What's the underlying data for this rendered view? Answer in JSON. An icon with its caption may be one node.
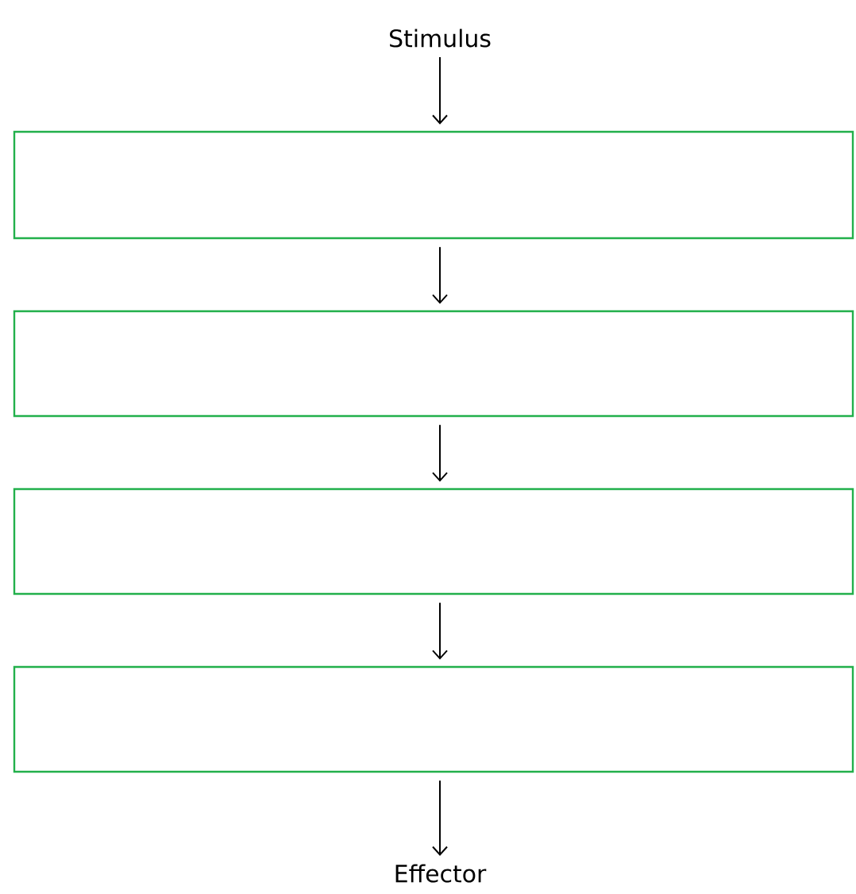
{
  "diagram": {
    "nodes": [
      {
        "text": [
          "Stimulus"
        ]
      },
      {
        "text": [],
        "shape": "box"
      },
      {
        "text": [],
        "shape": "box"
      },
      {
        "text": [],
        "shape": "box"
      },
      {
        "text": [],
        "shape": "box"
      },
      {
        "text": [
          "Effector"
        ]
      }
    ],
    "edges": [
      {
        "from": 0,
        "to": 1,
        "arrow": "to"
      },
      {
        "from": 1,
        "to": 2,
        "arrow": "to"
      },
      {
        "from": 2,
        "to": 3,
        "arrow": "to"
      },
      {
        "from": 3,
        "to": 4,
        "arrow": "to"
      },
      {
        "from": 4,
        "to": 5,
        "arrow": "to"
      }
    ]
  }
}
